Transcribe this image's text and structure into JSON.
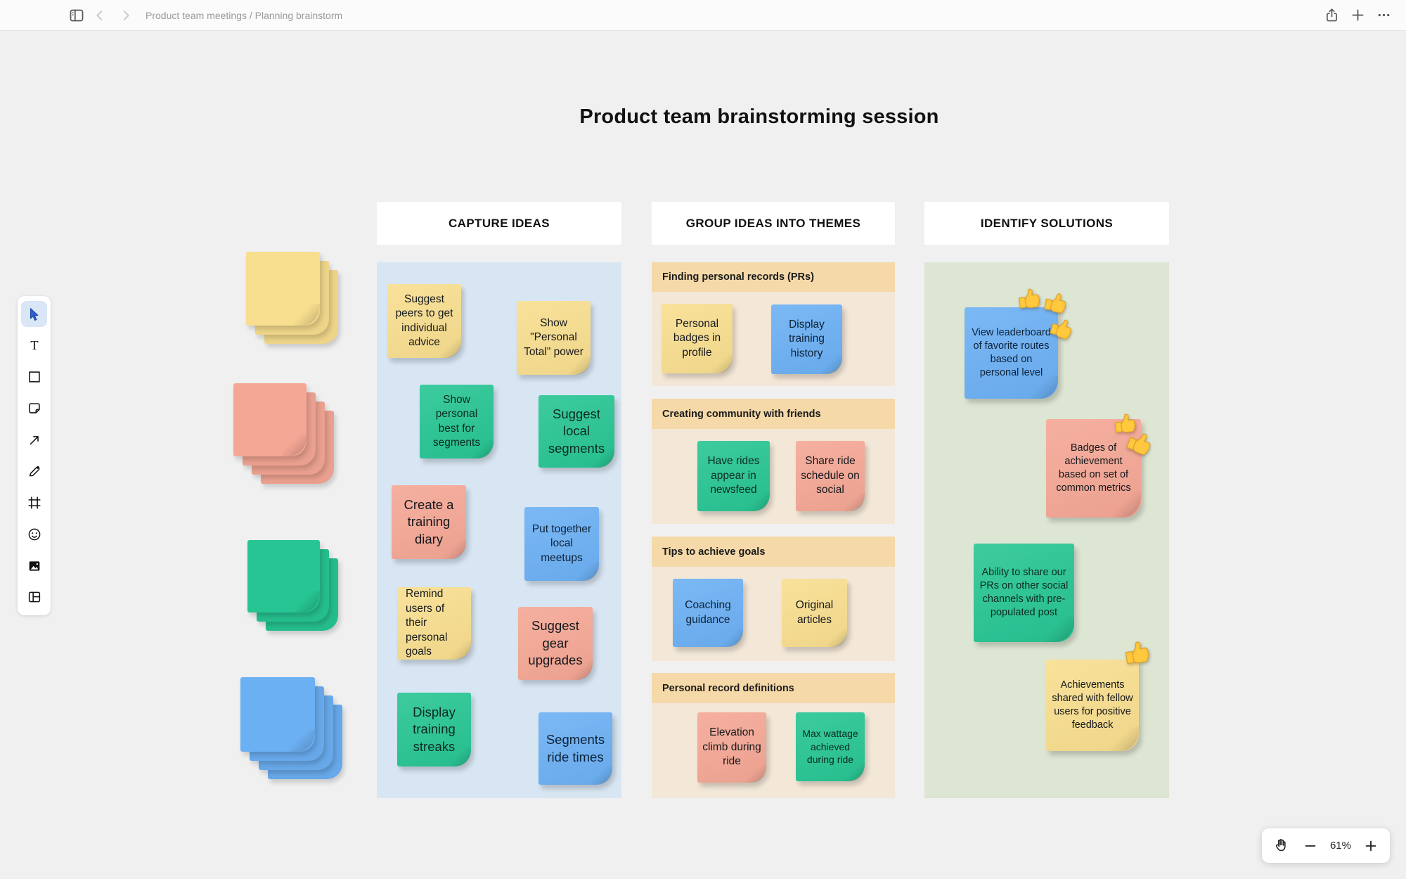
{
  "topbar": {
    "breadcrumb": "Product team meetings / Planning brainstorm",
    "icons": [
      "sidebar-toggle",
      "back",
      "forward",
      "share",
      "add",
      "more"
    ]
  },
  "canvas": {
    "title": "Product team brainstorming session"
  },
  "toolbar": {
    "tools": [
      {
        "name": "select",
        "selected": true
      },
      {
        "name": "text",
        "selected": false
      },
      {
        "name": "shape",
        "selected": false
      },
      {
        "name": "sticky-note",
        "selected": false
      },
      {
        "name": "arrow",
        "selected": false
      },
      {
        "name": "pen",
        "selected": false
      },
      {
        "name": "frame",
        "selected": false
      },
      {
        "name": "emoji",
        "selected": false
      },
      {
        "name": "image",
        "selected": false
      },
      {
        "name": "layout",
        "selected": false
      }
    ]
  },
  "note_stacks": [
    {
      "color": "yellow",
      "layers": 3
    },
    {
      "color": "salmon",
      "layers": 4
    },
    {
      "color": "green",
      "layers": 3
    },
    {
      "color": "blue",
      "layers": 4
    }
  ],
  "columns": [
    {
      "header": "CAPTURE IDEAS",
      "notes": [
        {
          "text": "Suggest peers to get individual advice",
          "color": "yellow"
        },
        {
          "text": "Show \"Personal Total\" power",
          "color": "yellow"
        },
        {
          "text": "Show personal best for segments",
          "color": "green"
        },
        {
          "text": "Suggest local segments",
          "color": "green"
        },
        {
          "text": "Create a training diary",
          "color": "salmon"
        },
        {
          "text": "Put together local meetups",
          "color": "blue"
        },
        {
          "text": "Remind users of their personal goals",
          "color": "yellow"
        },
        {
          "text": "Suggest gear upgrades",
          "color": "salmon"
        },
        {
          "text": "Display training streaks",
          "color": "green"
        },
        {
          "text": "Segments ride times",
          "color": "blue"
        }
      ]
    },
    {
      "header": "GROUP IDEAS INTO THEMES",
      "sections": [
        {
          "title": "Finding personal records (PRs)",
          "notes": [
            {
              "text": "Personal badges in profile",
              "color": "yellow"
            },
            {
              "text": "Display training history",
              "color": "blue"
            }
          ]
        },
        {
          "title": "Creating community with friends",
          "notes": [
            {
              "text": "Have rides appear in newsfeed",
              "color": "green"
            },
            {
              "text": "Share ride schedule on social",
              "color": "salmon"
            }
          ]
        },
        {
          "title": "Tips to achieve goals",
          "notes": [
            {
              "text": "Coaching guidance",
              "color": "blue"
            },
            {
              "text": "Original articles",
              "color": "yellow"
            }
          ]
        },
        {
          "title": "Personal record definitions",
          "notes": [
            {
              "text": "Elevation climb during ride",
              "color": "salmon"
            },
            {
              "text": "Max wattage achieved during ride",
              "color": "green"
            }
          ]
        }
      ]
    },
    {
      "header": "IDENTIFY SOLUTIONS",
      "notes": [
        {
          "text": "View leaderboard of favorite routes based on personal level",
          "color": "blue",
          "thumbs_up": 3
        },
        {
          "text": "Badges of achievement based on set of common metrics",
          "color": "salmon",
          "thumbs_up": 2
        },
        {
          "text": "Ability to share our PRs on other social channels with pre-populated post",
          "color": "green",
          "thumbs_up": 0
        },
        {
          "text": "Achievements shared with fellow users for positive feedback",
          "color": "yellow",
          "thumbs_up": 1
        }
      ]
    }
  ],
  "zoom_bar": {
    "zoom_level": "61%",
    "icons": [
      "pan-hand",
      "zoom-out",
      "zoom-in"
    ]
  },
  "palette": {
    "note_yellow": "#F8DE8F",
    "note_green": "#27C593",
    "note_salmon": "#F5A795",
    "note_blue": "#6CB0F4",
    "capture_panel": "#D8E6F3",
    "themes_band": "#F5D9A8",
    "themes_body": "#F3E7D8",
    "solutions_panel": "#DDE5D3",
    "canvas_background": "#F0F0F1"
  }
}
